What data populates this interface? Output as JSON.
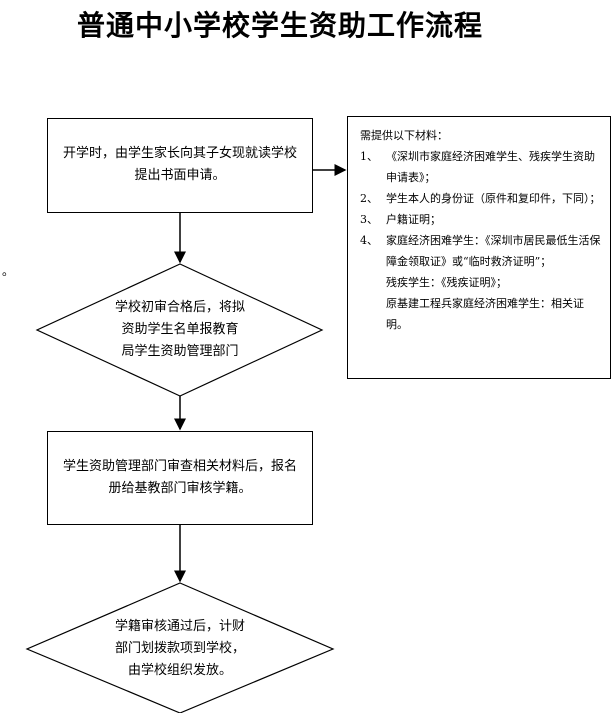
{
  "title": "普通中小学校学生资助工作流程",
  "steps": [
    {
      "id": "step1",
      "shape": "rect",
      "text": "开学时，由学生家长向其子女现就读学校提出书面申请。"
    },
    {
      "id": "step2",
      "shape": "diamond",
      "lines": [
        "学校初审合格后，将拟",
        "资助学生名单报教育",
        "局学生资助管理部门"
      ]
    },
    {
      "id": "step3",
      "shape": "rect",
      "text": "学生资助管理部门审查相关材料后，报名册给基教部门审核学籍。"
    },
    {
      "id": "step4",
      "shape": "diamond",
      "lines": [
        "学籍审核通过后，计财",
        "部门划拨款项到学校，",
        "由学校组织发放。"
      ]
    }
  ],
  "materials": {
    "heading": "需提供以下材料：",
    "items": [
      {
        "num": "1、",
        "text": "《深圳市家庭经济困难学生、残疾学生资助申请表》；"
      },
      {
        "num": "2、",
        "text": "学生本人的身份证（原件和复印件，下同）；"
      },
      {
        "num": "3、",
        "text": "户籍证明；"
      },
      {
        "num": "4、",
        "text": "家庭经济困难学生：《深圳市居民最低生活保障金领取证》或“临时救济证明”；"
      }
    ],
    "extra_lines": [
      "残疾学生：《残疾证明》；",
      "原基建工程兵家庭经济困难学生：相关证明。"
    ]
  },
  "stray_mark": "。"
}
